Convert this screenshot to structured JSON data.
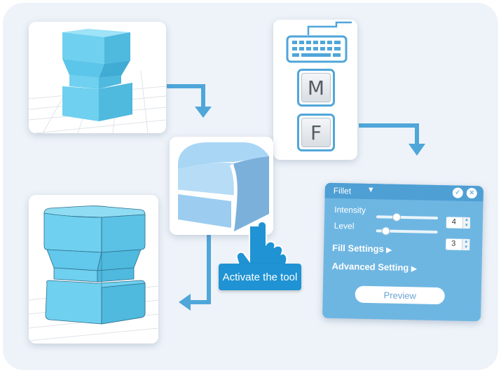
{
  "callout": {
    "label": "Activate the tool"
  },
  "keys": [
    {
      "letter": "M"
    },
    {
      "letter": "F"
    }
  ],
  "panel": {
    "title": "Fillet",
    "title_caret": "▼",
    "confirm_icon": "check-icon",
    "close_icon": "close-icon",
    "intensity": {
      "label": "Intensity",
      "value": "4",
      "fraction": 0.3
    },
    "level": {
      "label": "Level",
      "value": "3",
      "fraction": 0.1
    },
    "sections": [
      {
        "label": "Fill Settings",
        "arrow": "▶"
      },
      {
        "label": "Advanced Setting",
        "arrow": "▶"
      }
    ],
    "preview_label": "Preview"
  },
  "colors": {
    "accent": "#4fa6d9",
    "cta_blue": "#1f93d3",
    "panel_blue": "#6eb6e2",
    "panel_header": "#4e9fd4",
    "model_blue": "#6fd0ef"
  }
}
